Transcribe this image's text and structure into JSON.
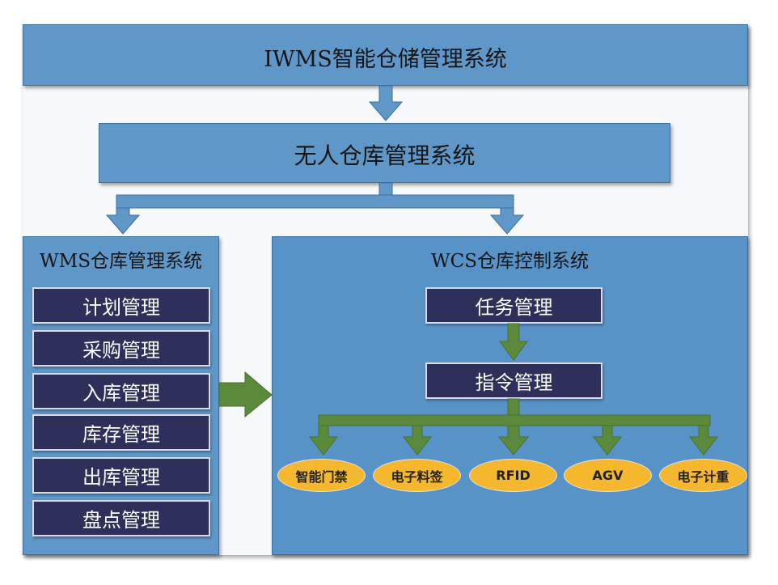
{
  "colors": {
    "band_blue": "#5f97c9",
    "panel_blue": "#5893c8",
    "module_navy": "#2e2f5b",
    "flow_green": "#5c8a3c",
    "leaf_orange": "#f5b72e"
  },
  "diagram": {
    "top_title": "IWMS智能仓储管理系统",
    "second_title": "无人仓库管理系统",
    "wms": {
      "title": "WMS仓库管理系统",
      "modules": [
        "计划管理",
        "采购管理",
        "入库管理",
        "库存管理",
        "出库管理",
        "盘点管理"
      ]
    },
    "wcs": {
      "title": "WCS仓库控制系统",
      "task": "任务管理",
      "command": "指令管理",
      "devices": [
        "智能门禁",
        "电子料签",
        "RFID",
        "AGV",
        "电子计重"
      ]
    }
  }
}
